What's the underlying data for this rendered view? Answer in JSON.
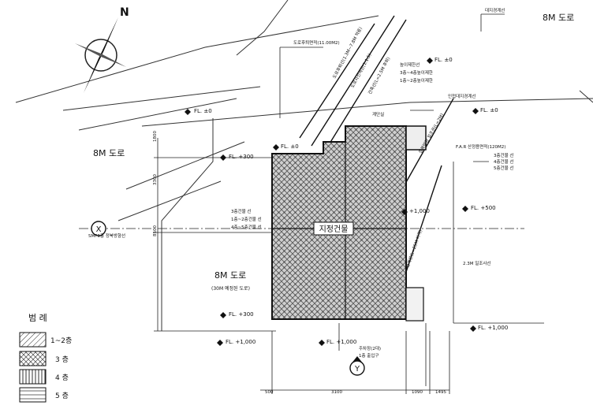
{
  "compass": {
    "label": "N"
  },
  "roads": {
    "top_right": "8M 도로",
    "left": "8M 도로",
    "center": "8M 도로",
    "center_sub": "(30M 예정된 도로)"
  },
  "building": {
    "label": "지정건물"
  },
  "levels": {
    "top_left": "FL. ±0",
    "top_center": "FL. ±0",
    "top_right_a": "FL. ±0",
    "top_right_b": "FL. ±0",
    "mid_left": "FL. +300",
    "right_mid": "FL. +500",
    "right_mid_b": "+1,000",
    "bottom_left": "FL. +300",
    "bottom_left_b": "FL. +1,000",
    "bottom_center": "FL. +1,000",
    "bottom_right": "FL. +1,000"
  },
  "annotations": {
    "top_right_note": "대지경계선",
    "area_note": "도로후퇴면적(11.00M2)",
    "diag_1": "도로후퇴선(1.3M~7.8M 적용)",
    "diag_2": "도로사선제한(1:1.5)",
    "diag_3": "건축선(L=2.5M 후퇴)",
    "diag_4": "정북방향 일조권(L=2M)",
    "diag_5": "경계선(L=25M 이격)",
    "right_note_1": "높이제한선",
    "right_note_2": "3층~4층높이제한",
    "right_note_3": "1층~2층높이제한",
    "right_note_4": "인접대지경계선",
    "far_note": "F.A.R 산정용면적(120M2)",
    "far_sub_1": "3층건물 선",
    "far_sub_2": "4층건물 선",
    "far_sub_3": "5층건물 선",
    "left_note_1": "3층건물 선",
    "left_note_2": "1층~2층건물 선",
    "left_note_3": "4층~5층건물 선",
    "axis_note": "SMF1층 정북방향선",
    "stair_note": "계단실",
    "bottom_note_1": "주차장(2대)",
    "bottom_note_2": "1층 출입구",
    "lower_right_note": "2.3M 일조사선",
    "x_marker": "X",
    "y_marker": "Y"
  },
  "dimensions": {
    "left_1": "1800",
    "left_2": "3300",
    "left_3": "8500",
    "bottom_1": "500",
    "bottom_2": "3100",
    "bottom_3": "1090",
    "bottom_4": "1495"
  },
  "legend": {
    "title": "범   례",
    "items": [
      {
        "label": "1~2층",
        "pattern": "diagonal"
      },
      {
        "label": "3  층",
        "pattern": "crosshatch"
      },
      {
        "label": "4  층",
        "pattern": "vertical"
      },
      {
        "label": "5  층",
        "pattern": "horizontal"
      }
    ]
  }
}
